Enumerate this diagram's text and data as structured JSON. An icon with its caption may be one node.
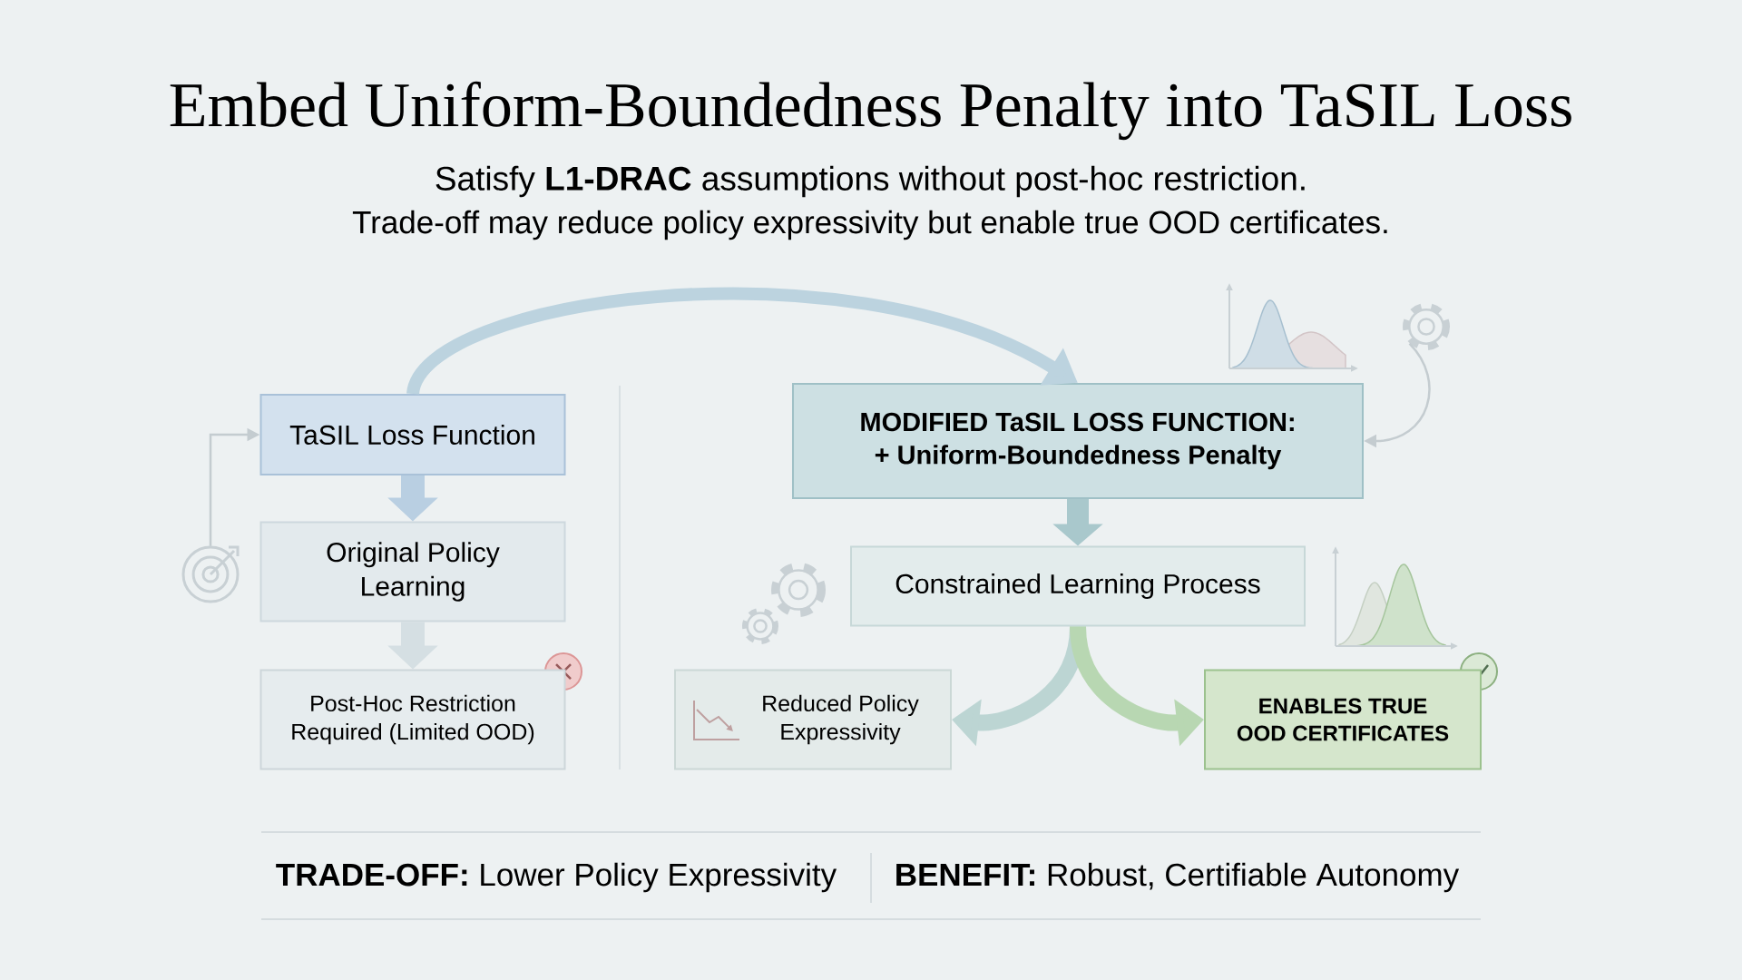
{
  "diagram": {
    "title": "Embed Uniform-Boundedness Penalty into TaSIL Loss",
    "nodes": [
      {
        "text": [
          "TaSIL Loss Function"
        ]
      },
      {
        "text": [
          "Original Policy Learning"
        ]
      },
      {
        "text": [
          "Post-Hoc Restriction Required (Limited OOD)"
        ]
      },
      {
        "text": [
          "MODIFIED TaSIL LOSS FUNCTION:",
          "+ Uniform-Boundedness Penalty"
        ]
      },
      {
        "text": [
          "Constrained Learning Process"
        ]
      },
      {
        "text": [
          "Reduced Policy Expressivity"
        ]
      },
      {
        "text": [
          "ENABLES TRUE OOD CERTIFICATES"
        ]
      },
      {
        "text": [],
        "shape": "gear"
      },
      {
        "text": [],
        "shape": "target"
      }
    ],
    "edges": [
      {
        "from": 0,
        "to": 1,
        "arrow": "to",
        "color": "#b9cfe2"
      },
      {
        "from": 1,
        "to": 2,
        "arrow": "to",
        "color": "#d5dfe3"
      },
      {
        "from": 0,
        "to": 3,
        "arrow": "to",
        "color": "#bcd3df"
      },
      {
        "from": 3,
        "to": 4,
        "arrow": "to",
        "color": "#a9c8cc"
      },
      {
        "from": 4,
        "to": 5,
        "arrow": "to",
        "color": "#bcd5d3"
      },
      {
        "from": 4,
        "to": 6,
        "arrow": "to",
        "color": "#b8d7b2"
      },
      {
        "from": 8,
        "to": 0,
        "arrow": "to",
        "color": "#c4ccd0"
      },
      {
        "from": 7,
        "to": 3,
        "arrow": "to",
        "color": "#c4ccd0"
      }
    ],
    "labels": [
      "Satisfy **L1-DRAC** assumptions without post-hoc restriction.",
      "Trade-off may reduce policy expressivity but enable true OOD certificates.",
      "**TRADE-OFF:** Lower Policy Expressivity",
      "**BENEFIT:** Robust, Certifiable Autonomy"
    ]
  }
}
